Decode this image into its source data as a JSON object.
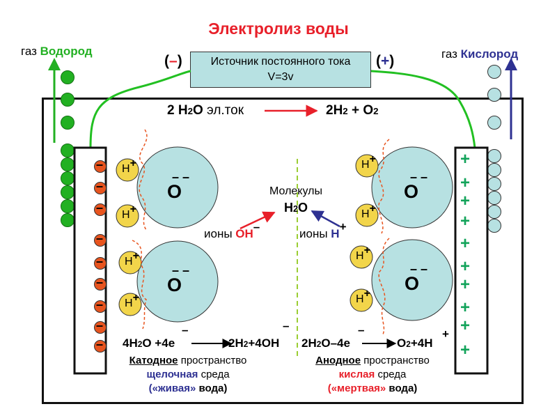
{
  "title": "Электролиз воды",
  "gas_left": {
    "prefix": "газ",
    "name": "Водород"
  },
  "gas_right": {
    "prefix": "газ",
    "name": "Кислород"
  },
  "source": {
    "line1": "Источник постоянного тока",
    "line2": "V=3v"
  },
  "polarity_left": {
    "open": "(",
    "sign": "–",
    "close": ")"
  },
  "polarity_right": {
    "open": "(",
    "sign": "+",
    "close": ")"
  },
  "main_reaction": {
    "left_coef": "2 H",
    "left_sub": "2",
    "left_o": "O",
    "left_cond": " эл.ток",
    "right_a": "2H",
    "right_a_sub": "2",
    "right_b": " + O",
    "right_b_sub": "2"
  },
  "molecule": {
    "label": "Молекулы",
    "formula": "H",
    "formula_sub": "2",
    "formula_o": "O"
  },
  "ions_oh": {
    "word": "ионы ",
    "formula": "OH",
    "charge": "–"
  },
  "ions_h": {
    "word": "ионы ",
    "formula": "H",
    "charge": "+"
  },
  "oxygen_symbol": "O",
  "oxygen_charge": "– –",
  "hydrogen_symbol": "H",
  "hydrogen_charge": "+",
  "minus_sign": "–",
  "plus_sign": "+",
  "cathode_reaction": {
    "a": "4H",
    "a_sub": "2",
    "b": "O +4e",
    "e_charge": "–",
    "c": "2H",
    "c_sub": "2",
    "d": "+4OH",
    "oh_charge": "–"
  },
  "anode_reaction": {
    "a": "2H",
    "a_sub": "2",
    "b": "O–4e",
    "e_charge": "–",
    "c": "O",
    "c_sub": "2",
    "d": "+4H",
    "h_charge": "+"
  },
  "cathode_text": {
    "line1_u": "Катодное",
    "line1": " пространство",
    "line2_c": "щелочная",
    "line2": " среда",
    "line3_a": "(«живая»",
    "line3": " вода)"
  },
  "anode_text": {
    "line1_u": "Анодное",
    "line1": " пространство",
    "line2_c": "кислая",
    "line2": " среда",
    "line3_a": "(«мертвая»",
    "line3": " вода)"
  },
  "colors": {
    "title_red": "#e8202a",
    "hydrogen_green": "#22b022",
    "oxygen_blue": "#2e3192",
    "oxygen_bubble": "#b7e1e2",
    "hydrogen_yellow": "#f2d54a",
    "cathode_dot": "#e8541e",
    "anode_plus": "#12a35a",
    "dashed_orange": "#e8541e",
    "dashed_green": "#9acd32"
  },
  "icons": {
    "up_arrow": "arrow-up-icon",
    "reaction_arrow": "arrow-right-icon"
  }
}
